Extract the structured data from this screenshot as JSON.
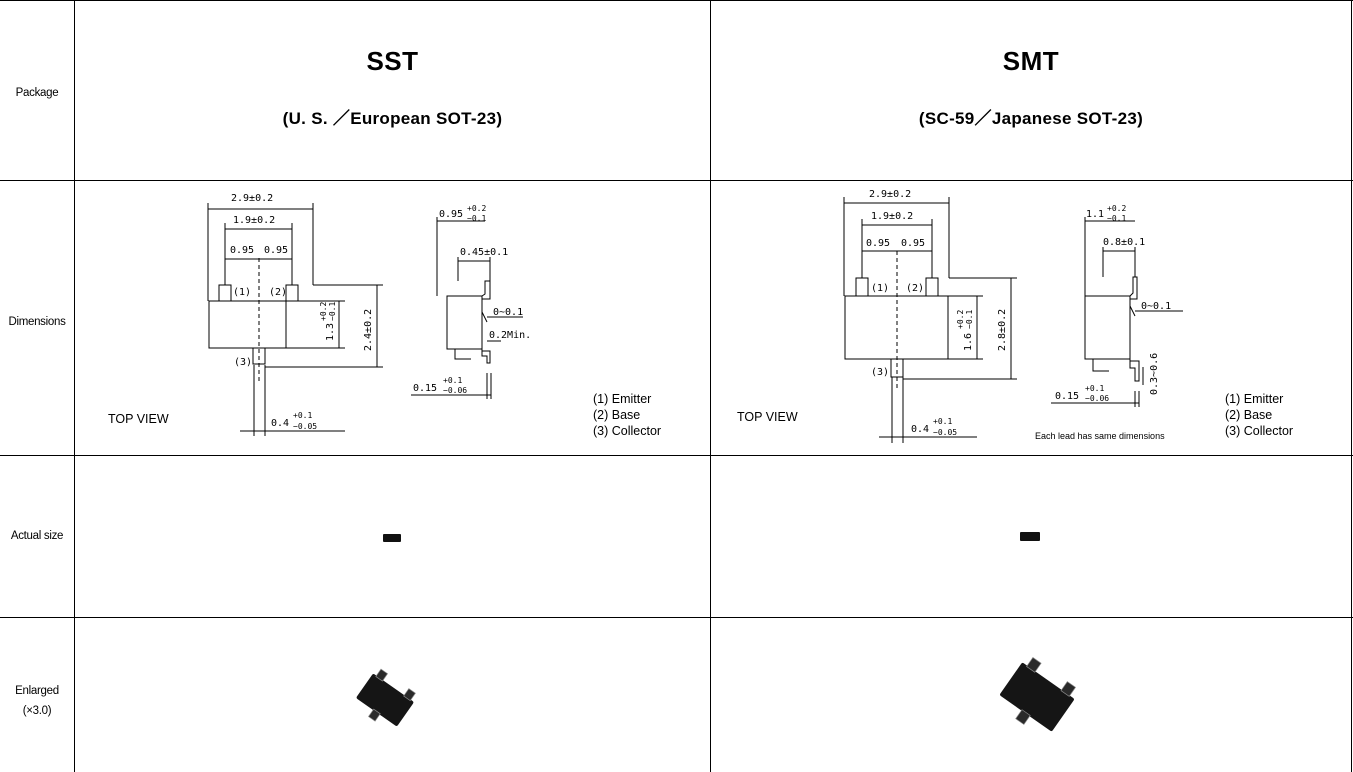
{
  "row_labels": {
    "package": "Package",
    "dimensions": "Dimensions",
    "actual_size": "Actual size",
    "enlarged_line1": "Enlarged",
    "enlarged_line2": "(×3.0)"
  },
  "sst": {
    "name": "SST",
    "subtitle": "(U. S. ／European SOT-23)",
    "dim_overall": "2.9±0.2",
    "dim_pitch": "1.9±0.2",
    "dim_half_a": "0.95",
    "dim_half_b": "0.95",
    "dim_body": "1.3",
    "dim_body_tol_plus": "+0.2",
    "dim_body_tol_minus": "−0.1",
    "dim_height": "2.4±0.2",
    "pin1": "(1)",
    "pin2": "(2)",
    "pin3": "(3)",
    "top_view": "TOP VIEW",
    "lead_width": "0.4",
    "lead_width_tol_plus": "+0.1",
    "lead_width_tol_minus": "−0.05",
    "side_thick": "0.95",
    "side_thick_tol_plus": "+0.2",
    "side_thick_tol_minus": "−0.1",
    "side_lead": "0.45±0.1",
    "standoff": "0~0.1",
    "min_foot": "0.2Min.",
    "lead_thick": "0.15",
    "lead_thick_tol_plus": "+0.1",
    "lead_thick_tol_minus": "−0.06",
    "legend": [
      "(1)  Emitter",
      "(2)  Base",
      "(3)  Collector"
    ]
  },
  "smt": {
    "name": "SMT",
    "subtitle": "(SC-59／Japanese SOT-23)",
    "dim_overall": "2.9±0.2",
    "dim_pitch": "1.9±0.2",
    "dim_half_a": "0.95",
    "dim_half_b": "0.95",
    "dim_body": "1.6",
    "dim_body_tol_plus": "+0.2",
    "dim_body_tol_minus": "−0.1",
    "dim_height": "2.8±0.2",
    "pin1": "(1)",
    "pin2": "(2)",
    "pin3": "(3)",
    "top_view": "TOP VIEW",
    "lead_width": "0.4",
    "lead_width_tol_plus": "+0.1",
    "lead_width_tol_minus": "−0.05",
    "side_thick": "1.1",
    "side_thick_tol_plus": "+0.2",
    "side_thick_tol_minus": "−0.1",
    "side_lead": "0.8±0.1",
    "standoff": "0~0.1",
    "foot": "0.3~0.6",
    "lead_thick": "0.15",
    "lead_thick_tol_plus": "+0.1",
    "lead_thick_tol_minus": "−0.06",
    "note": "Each lead has same dimensions",
    "legend": [
      "(1)  Emitter",
      "(2)  Base",
      "(3)  Collector"
    ]
  }
}
